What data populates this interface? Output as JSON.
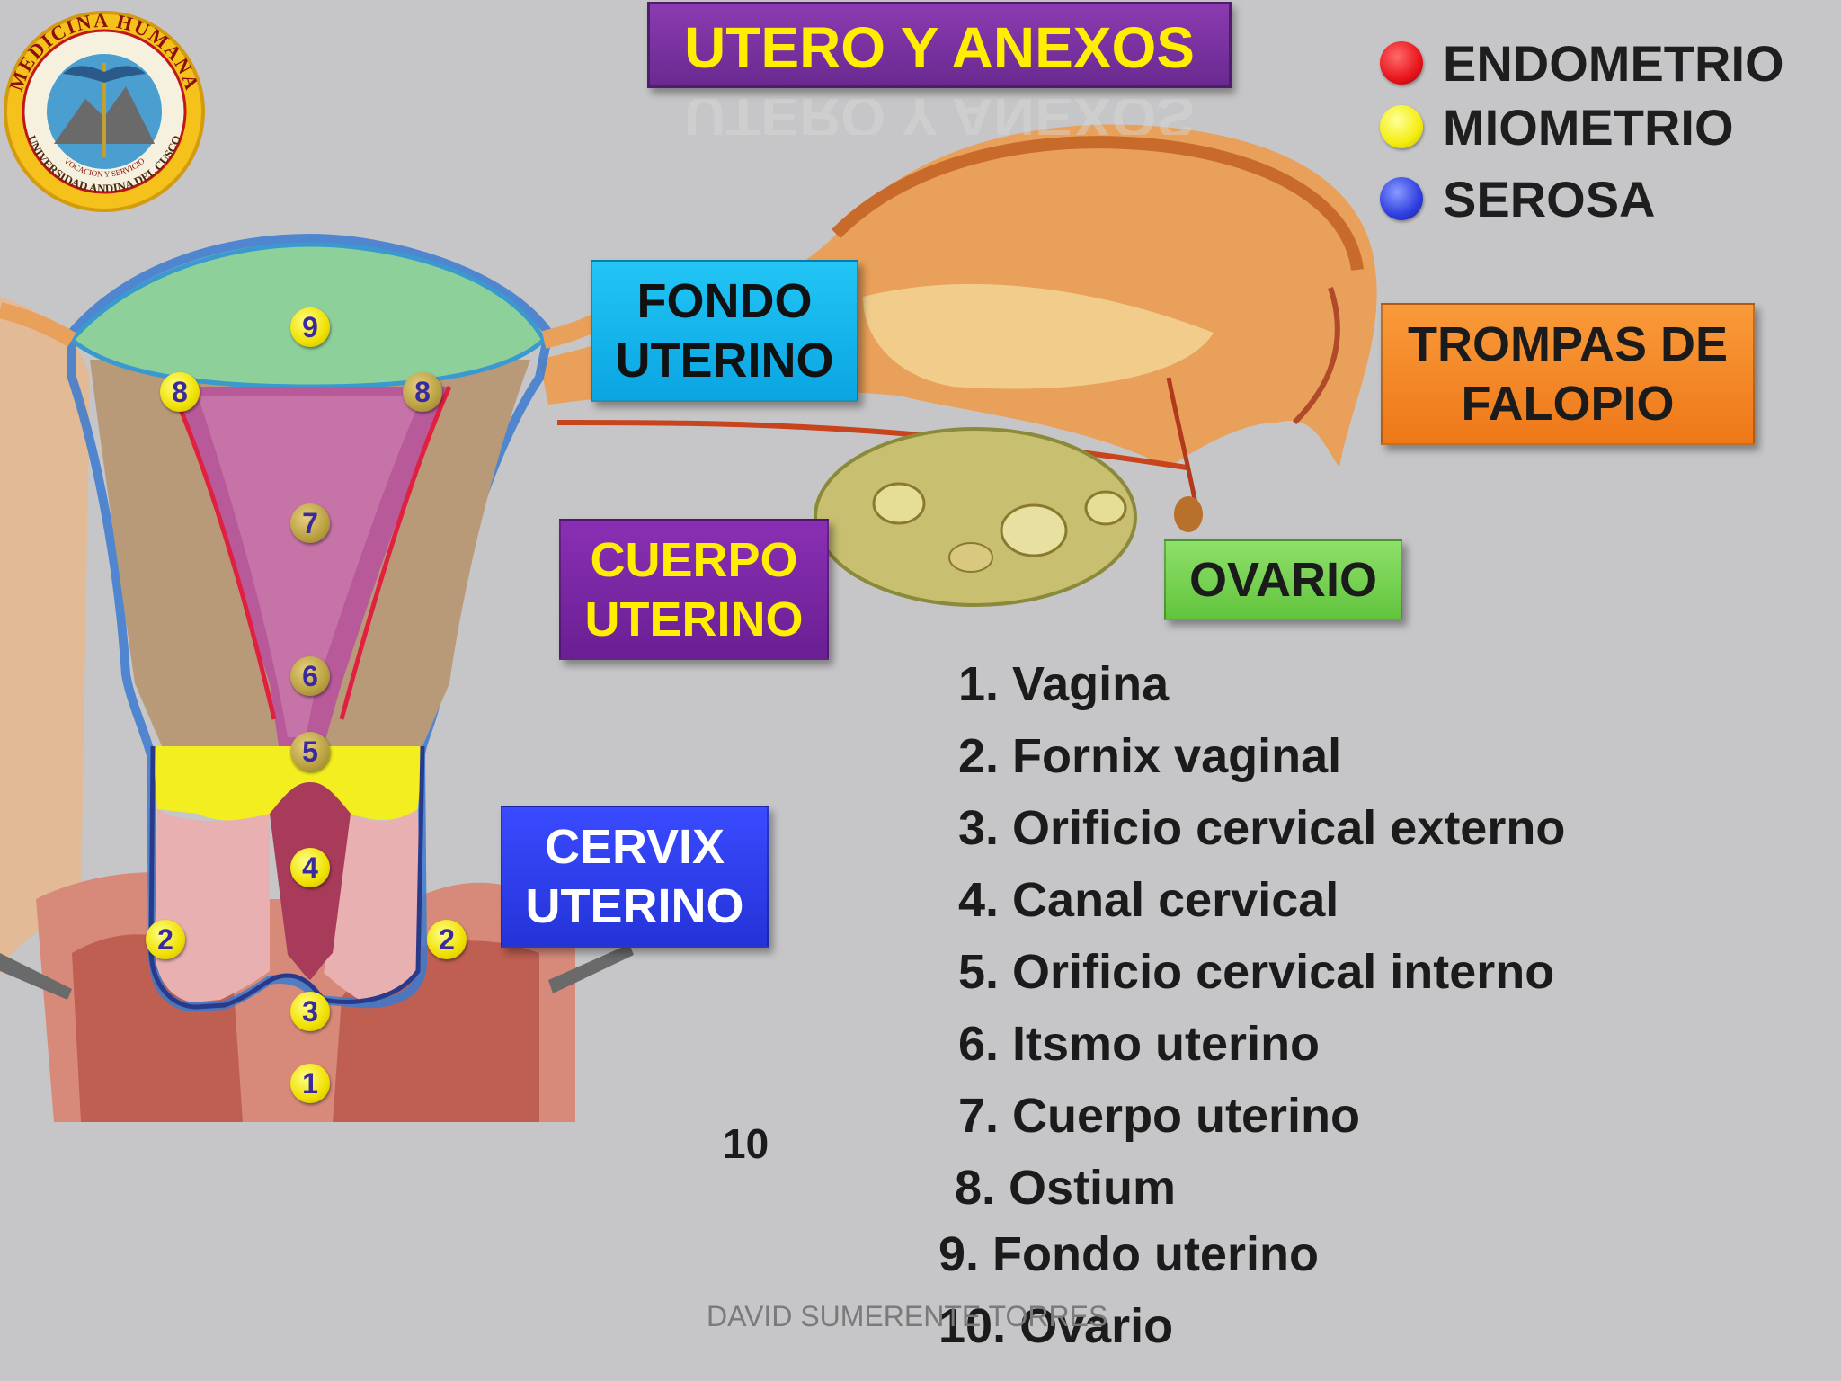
{
  "title": "UTERO Y ANEXOS",
  "logo": {
    "arc_top": "MEDICINA HUMANA",
    "arc_bottom": "UNIVERSIDAD ANDINA DEL CUSCO",
    "motto": "VOCACION Y SERVICIO"
  },
  "legend": [
    {
      "label": "ENDOMETRIO",
      "color": "#e8151c"
    },
    {
      "label": "MIOMETRIO",
      "color": "#f4ee10"
    },
    {
      "label": "SEROSA",
      "color": "#2f3fe0"
    }
  ],
  "callouts": {
    "fondo": [
      "FONDO",
      "UTERINO"
    ],
    "cuerpo": [
      "CUERPO",
      "UTERINO"
    ],
    "cervix": [
      "CERVIX",
      "UTERINO"
    ],
    "trompas": [
      "TROMPAS DE",
      "FALOPIO"
    ],
    "ovario": "OVARIO"
  },
  "markers": [
    "9",
    "8",
    "8",
    "7",
    "6",
    "5",
    "4",
    "2",
    "2",
    "3",
    "1"
  ],
  "list": [
    "1. Vagina",
    "2. Fornix vaginal",
    "3. Orificio cervical externo",
    "4. Canal cervical",
    "5. Orificio cervical interno",
    "6. Itsmo uterino",
    "7. Cuerpo uterino",
    "8. Ostium",
    "9. Fondo uterino",
    "10. Ovario"
  ],
  "slide_number": "10",
  "author": "DAVID SUMERENTE TORRES"
}
